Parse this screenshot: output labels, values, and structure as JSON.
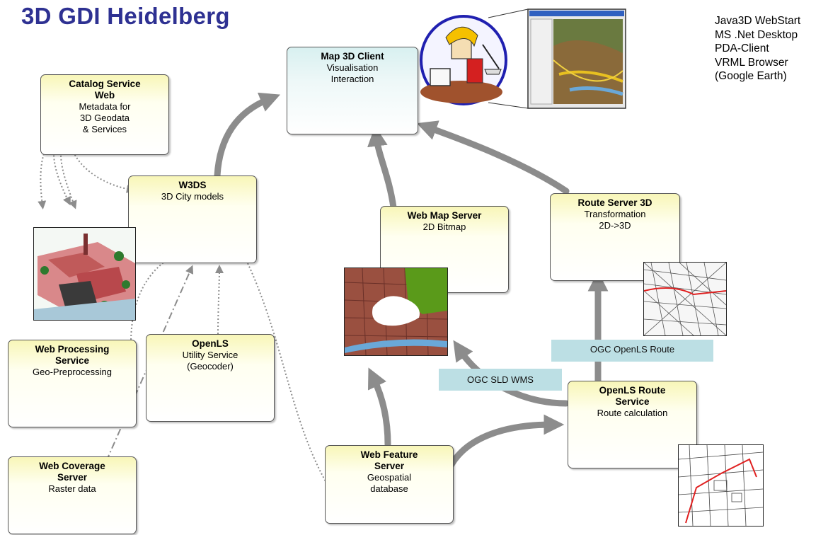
{
  "title": "3D GDI Heidelberg",
  "clients": [
    "Java3D WebStart",
    "MS .Net Desktop",
    "PDA-Client",
    "VRML Browser",
    "(Google Earth)"
  ],
  "boxes": {
    "map3d": {
      "title": "Map 3D Client",
      "l1": "Visualisation",
      "l2": "Interaction"
    },
    "catalog": {
      "title1": "Catalog Service",
      "title2": "Web",
      "l1": "Metadata for",
      "l2": "3D Geodata",
      "l3": "& Services"
    },
    "w3ds": {
      "title": "W3DS",
      "l1": "3D City models"
    },
    "wms": {
      "title": "Web Map Server",
      "l1": "2D Bitmap"
    },
    "route3d": {
      "title": "Route Server 3D",
      "l1": "Transformation",
      "l2": "2D->3D"
    },
    "wps": {
      "title1": "Web Processing",
      "title2": "Service",
      "l1": "Geo-Preprocessing"
    },
    "openls": {
      "title": "OpenLS",
      "l1": "Utility Service",
      "l2": "(Geocoder)"
    },
    "wcs": {
      "title1": "Web Coverage",
      "title2": "Server",
      "l1": "Raster data"
    },
    "wfs": {
      "title1": "Web Feature",
      "title2": "Server",
      "l1": "Geospatial",
      "l2": "database"
    },
    "openlsroute": {
      "title1": "OpenLS Route",
      "title2": "Service",
      "l1": "Route calculation"
    }
  },
  "tags": {
    "sld": "OGC SLD WMS",
    "route": "OGC OpenLS Route"
  },
  "colors": {
    "title": "#2e3192",
    "arrow": "#8c8c8c",
    "tag": "#bcdfe4",
    "box_top": "#f8f6b8",
    "client_top": "#d8f0f0"
  }
}
